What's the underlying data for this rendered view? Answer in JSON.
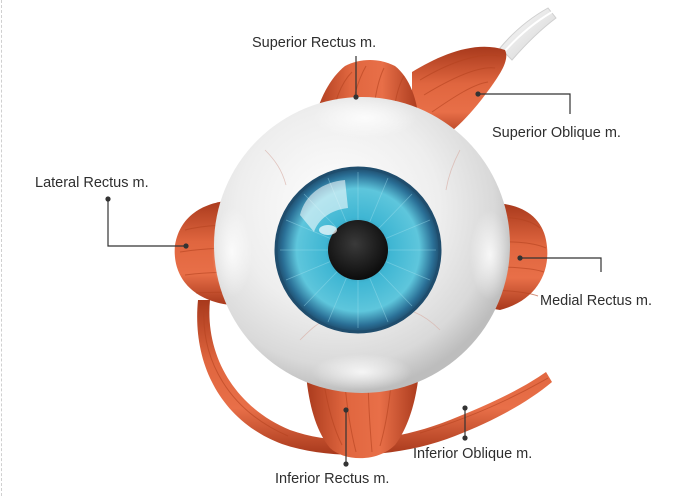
{
  "diagram": {
    "subject": "Extraocular muscles of the eye",
    "labels": {
      "superior_rectus": "Superior Rectus m.",
      "superior_oblique": "Superior Oblique m.",
      "lateral_rectus": "Lateral Rectus m.",
      "medial_rectus": "Medial Rectus m.",
      "inferior_rectus": "Inferior Rectus m.",
      "inferior_oblique": "Inferior Oblique m."
    },
    "colors": {
      "muscle": "#d2522f",
      "muscle_dark": "#a8391c",
      "muscle_light": "#f0876a",
      "sclera": "#f2f2f2",
      "iris": "#3fb6d3",
      "iris_dark": "#2a6f96",
      "pupil": "#1a1a1a",
      "leader_line": "#333333",
      "tendon": "#e6e6e6"
    }
  }
}
